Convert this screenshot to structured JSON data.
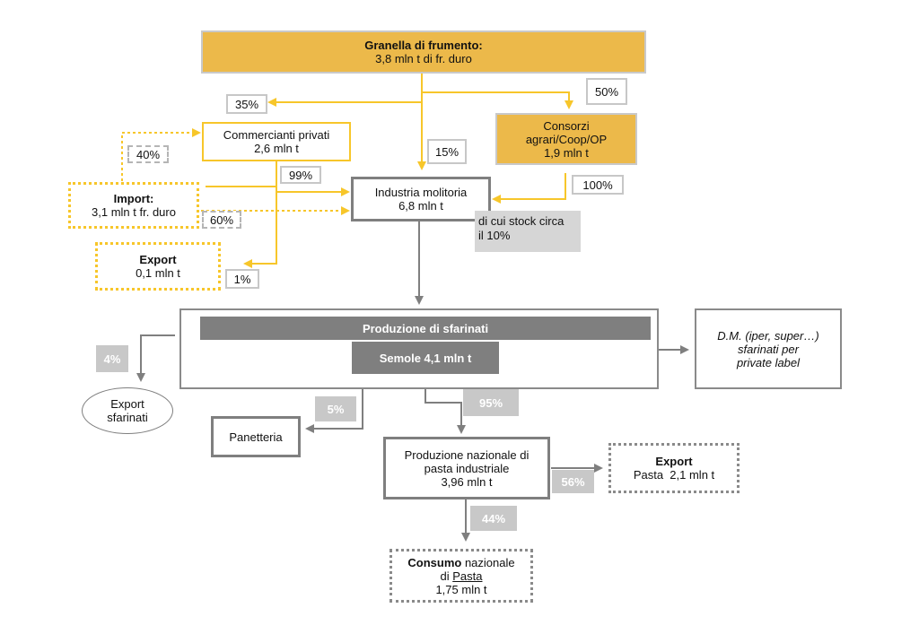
{
  "nodes": {
    "granella": {
      "title": "Granella di frumento:",
      "value": "3,8 mln t di fr. duro"
    },
    "commercianti": {
      "title": "Commercianti privati",
      "value": "2,6 mln t"
    },
    "consorzi": {
      "line1": "Consorzi",
      "line2": "agrari/Coop/OP",
      "value": "1,9 mln t"
    },
    "import": {
      "title": "Import:",
      "value": "3,1 mln t fr. duro"
    },
    "export_grano": {
      "title": "Export",
      "value": "0,1 mln t"
    },
    "industria": {
      "title": "Industria molitoria",
      "value": "6,8 mln t"
    },
    "stock_note": {
      "line1": "di cui stock circa",
      "line2": "il 10%"
    },
    "produzione_sfarinati": {
      "title": "Produzione di sfarinati",
      "semole": "Semole 4,1 mln t"
    },
    "export_sfarinati": {
      "line1": "Export",
      "line2": "sfarinati"
    },
    "dm": {
      "line1": "D.M. (iper, super…)",
      "line2": "sfarinati per",
      "line3": "private label"
    },
    "panetteria": {
      "title": "Panetteria"
    },
    "pasta_industriale": {
      "line1": "Produzione nazionale di",
      "line2": "pasta industriale",
      "value": "3,96 mln t"
    },
    "export_pasta": {
      "title": "Export",
      "value": "Pasta  2,1 mln t"
    },
    "consumo": {
      "title_bold": "Consumo",
      "title_rest": " nazionale",
      "line2_pre": "di ",
      "line2_u": "Pasta",
      "value": "1,75 mln t"
    }
  },
  "flows": {
    "to_commercianti": "35%",
    "to_consorzi": "50%",
    "to_industria_direct": "15%",
    "import_to_commercianti": "40%",
    "commercianti_to_industria": "99%",
    "import_to_industria": "60%",
    "commercianti_to_export": "1%",
    "consorzi_to_industria": "100%",
    "to_export_sfarinati": "4%",
    "to_panetteria": "5%",
    "to_pasta": "95%",
    "to_export_pasta": "56%",
    "to_consumo": "44%"
  },
  "colors": {
    "gold": "#ecb94a",
    "yellow_line": "#f7c62a",
    "gray_line": "#7f7f7f",
    "gray_label": "#c8c8c8"
  }
}
